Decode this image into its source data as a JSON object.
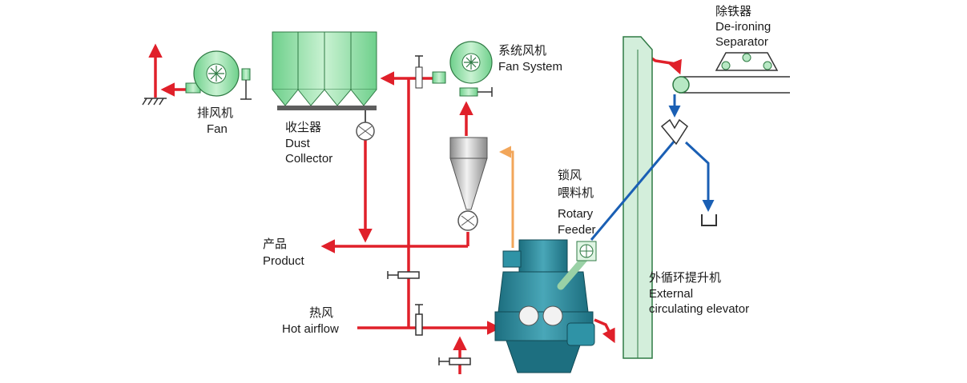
{
  "labels": {
    "separator": {
      "zh": "除铁器",
      "en1": "De-ironing",
      "en2": "Separator"
    },
    "fan_system": {
      "zh": "系统风机",
      "en": "Fan System"
    },
    "fan": {
      "zh": "排风机",
      "en": "Fan"
    },
    "dust_collector": {
      "zh": "收尘器",
      "en1": "Dust",
      "en2": "Collector"
    },
    "rotary_feeder": {
      "zh1": "锁风",
      "zh2": "喂料机",
      "en1": "Rotary",
      "en2": "Feeder"
    },
    "product": {
      "zh": "产品",
      "en": "Product"
    },
    "elevator": {
      "zh": "外循环提升机",
      "en1": "External",
      "en2": "circulating elevator"
    },
    "hot_airflow": {
      "zh": "热风",
      "en": "Hot airflow"
    }
  },
  "colors": {
    "air_flow": "#e0202a",
    "material_flow": "#1a5fb4",
    "return_flow": "#f2a65a",
    "equipment_green": "#6fd08c",
    "mill_teal": "#2f93a6"
  }
}
